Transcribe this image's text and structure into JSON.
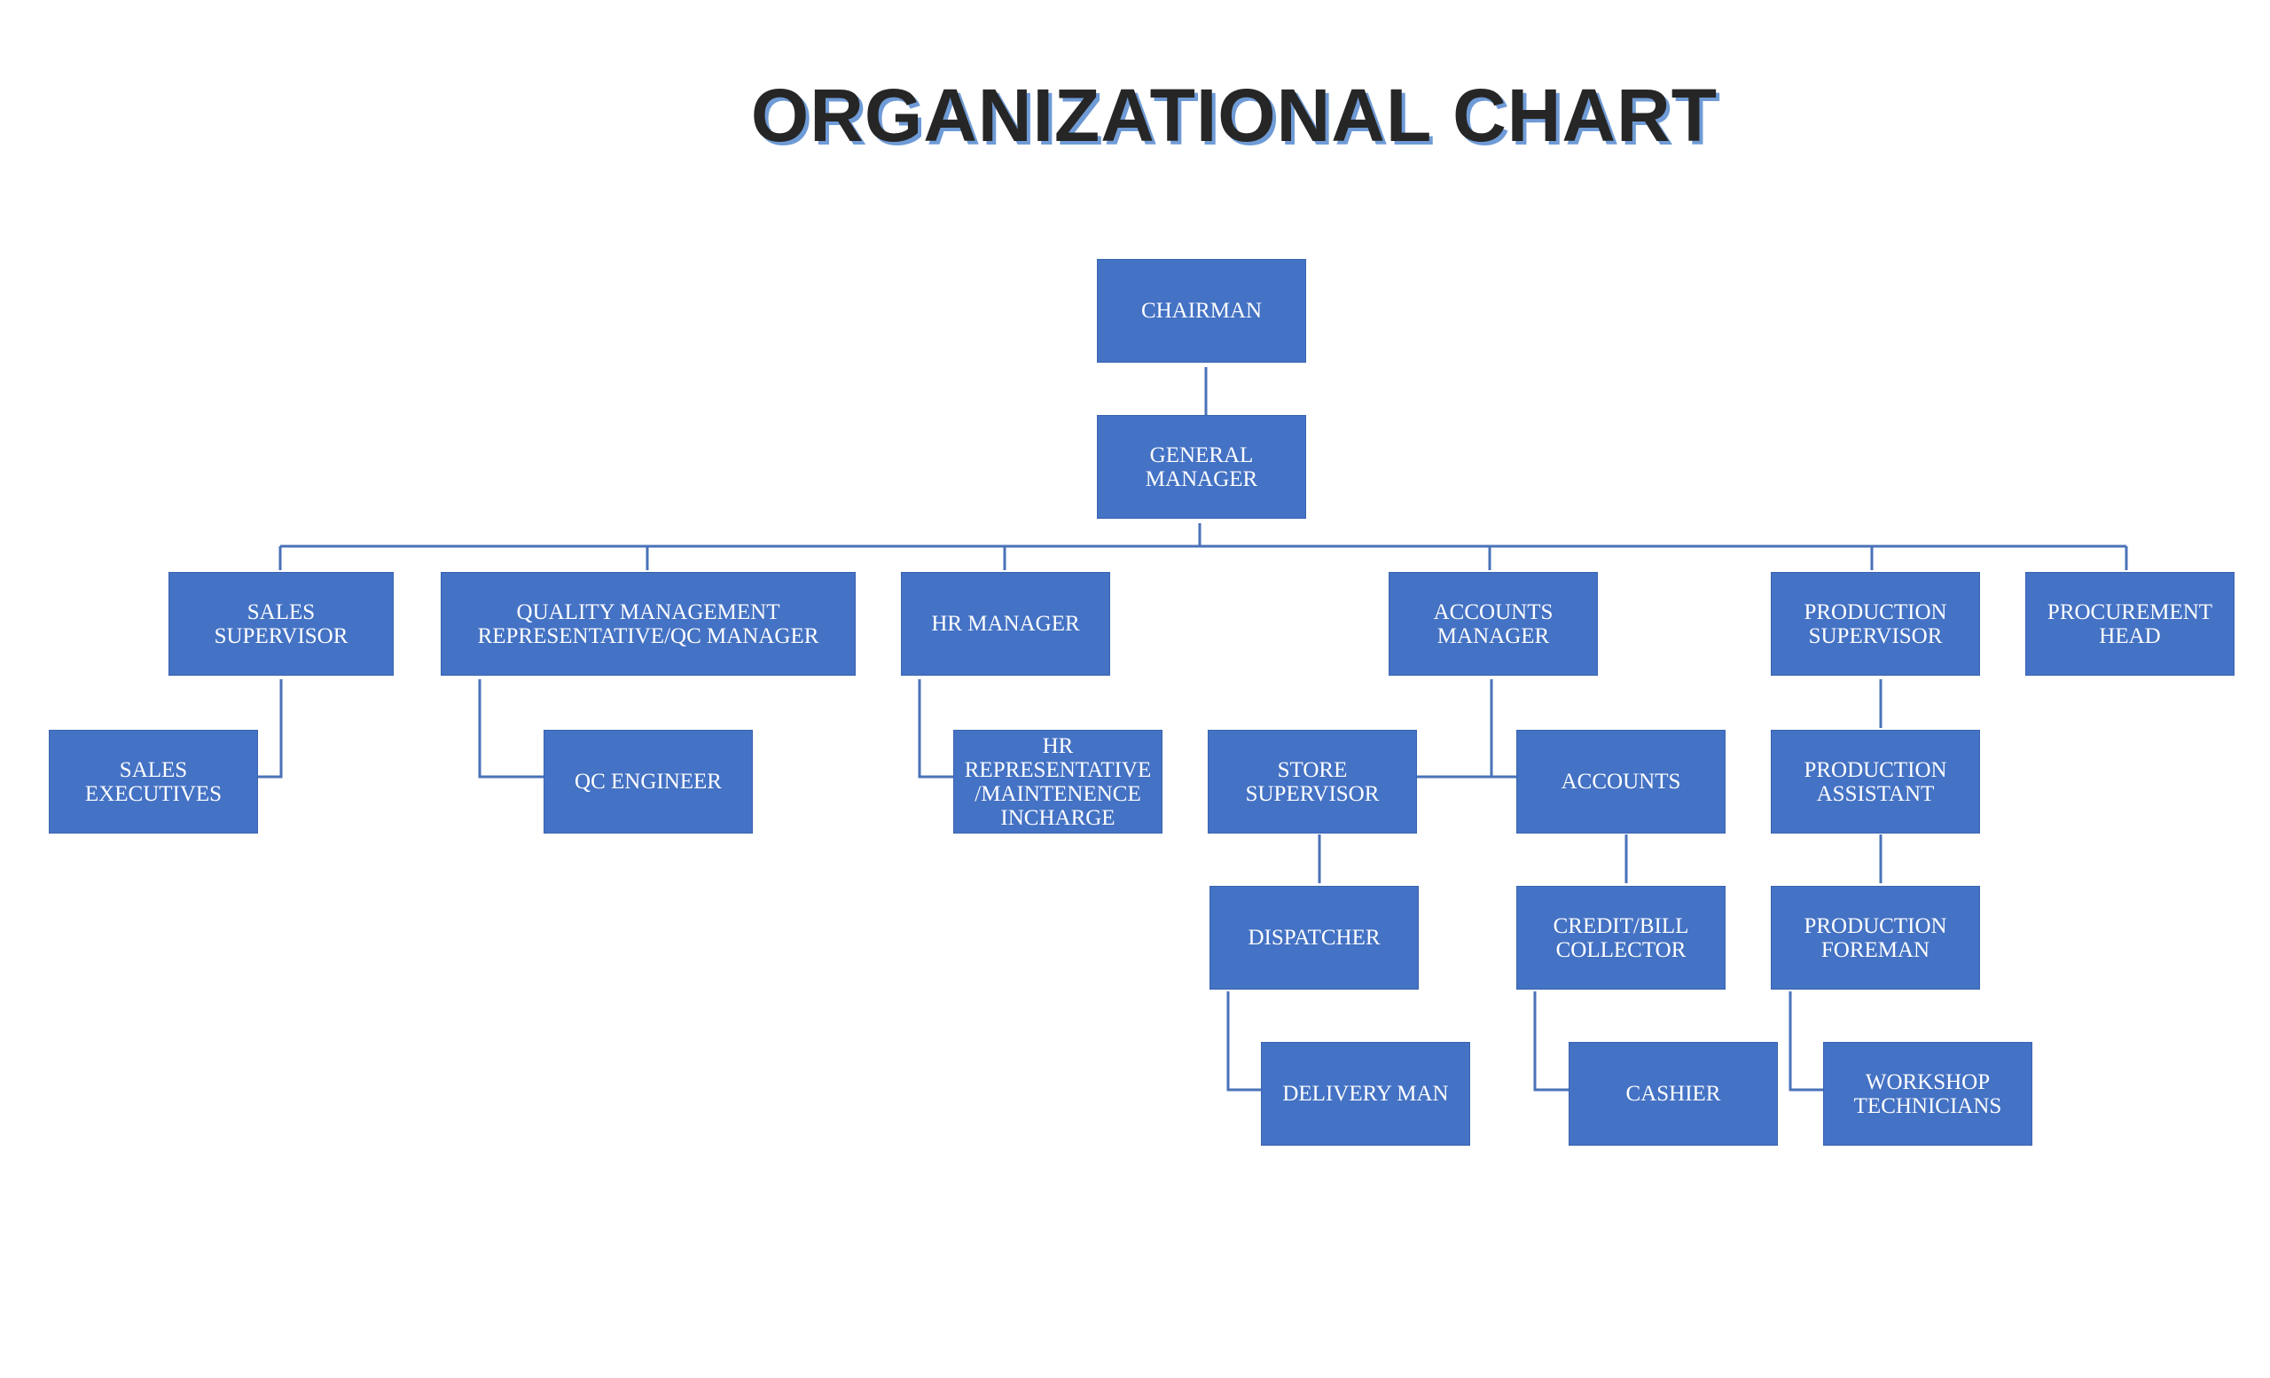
{
  "title": "ORGANIZATIONAL CHART",
  "colors": {
    "box_fill": "#4472c4",
    "connector": "#4a72b8",
    "title_text": "#262626",
    "title_shadow": "#6f9bd6"
  },
  "nodes": {
    "chairman": "CHAIRMAN",
    "general_manager": "GENERAL\nMANAGER",
    "sales_supervisor": "SALES\nSUPERVISOR",
    "qm_representative": "QUALITY MANAGEMENT\nREPRESENTATIVE/QC MANAGER",
    "hr_manager": "HR MANAGER",
    "accounts_manager": "ACCOUNTS\nMANAGER",
    "production_supervisor": "PRODUCTION\nSUPERVISOR",
    "procurement_head": "PROCUREMENT\nHEAD",
    "sales_executives": "SALES\nEXECUTIVES",
    "qc_engineer": "QC ENGINEER",
    "hr_representative": "HR\nREPRESENTATIVE\n/MAINTENENCE\nINCHARGE",
    "store_supervisor": "STORE\nSUPERVISOR",
    "accounts": "ACCOUNTS",
    "production_assistant": "PRODUCTION\nASSISTANT",
    "dispatcher": "DISPATCHER",
    "credit_bill_collector": "CREDIT/BILL\nCOLLECTOR",
    "production_foreman": "PRODUCTION\nFOREMAN",
    "delivery_man": "DELIVERY MAN",
    "cashier": "CASHIER",
    "workshop_technicians": "WORKSHOP\nTECHNICIANS"
  }
}
